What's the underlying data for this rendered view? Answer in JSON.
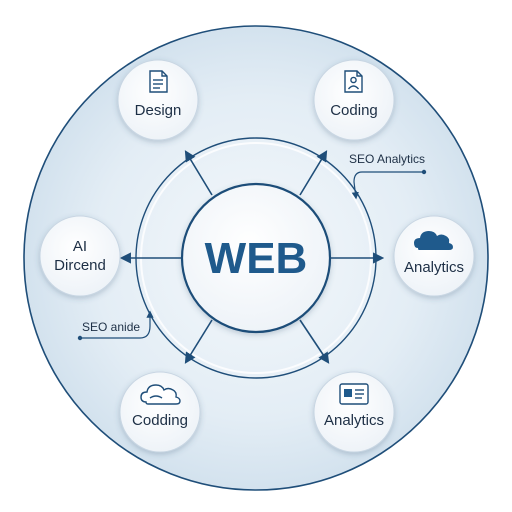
{
  "center": {
    "label": "WEB"
  },
  "nodes": {
    "design": {
      "label": "Design",
      "icon": "document-icon"
    },
    "coding_top": {
      "label": "Coding",
      "icon": "user-document-icon"
    },
    "ai_dircend": {
      "line1": "AI",
      "line2": "Dircend"
    },
    "analytics_right": {
      "label": "Analytics",
      "icon": "cloud-icon"
    },
    "codding": {
      "label": "Codding",
      "icon": "cloud-outline-icon"
    },
    "analytics_bottom": {
      "label": "Analytics",
      "icon": "id-card-icon"
    }
  },
  "annotations": {
    "top_right": "SEO Analytics",
    "left": "SEO anide"
  },
  "colors": {
    "outer_fill": "#dde9f2",
    "ring_stroke": "#1f4e79",
    "arrow": "#1f4e79",
    "web_text": "#1f5a8c",
    "node_text": "#1d2f45"
  }
}
